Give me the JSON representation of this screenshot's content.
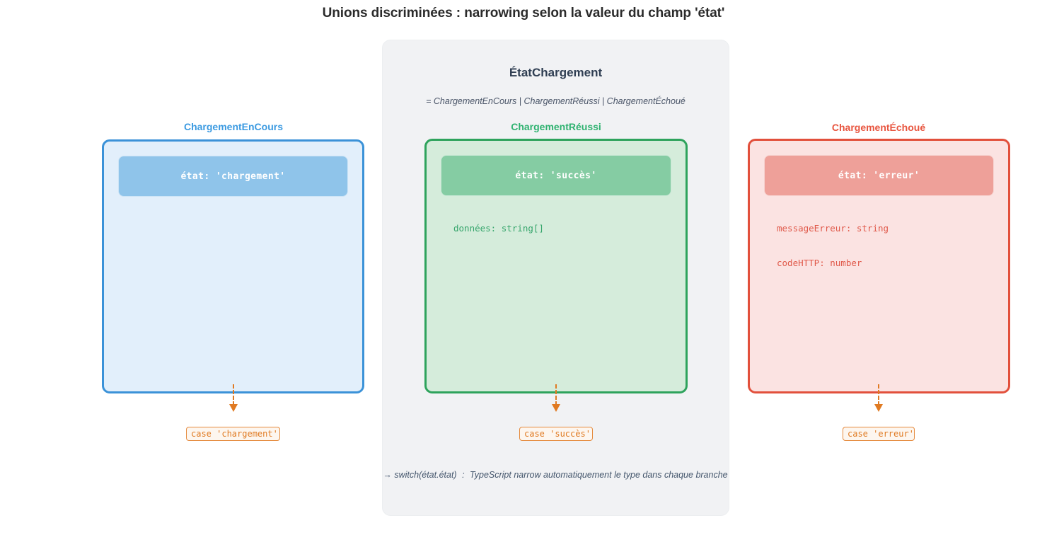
{
  "title": "Unions discriminées : narrowing selon la valeur du champ 'état'",
  "union": {
    "name": "ÉtatChargement",
    "expansion": "= ChargementEnCours | ChargementRéussi | ChargementÉchoué"
  },
  "members": [
    {
      "title": "ChargementEnCours",
      "color": "#3b9ae1",
      "border_color": "#3b92d8",
      "fill_color": "#e2effb",
      "discriminant": "état: 'chargement'",
      "discriminant_fill": "#8fc4ea",
      "fields": [],
      "case_label": "case 'chargement'"
    },
    {
      "title": "ChargementRéussi",
      "color": "#2fb270",
      "border_color": "#2ea35c",
      "fill_color": "#d5ecdb",
      "discriminant": "état: 'succès'",
      "discriminant_fill": "#85cca3",
      "fields": [
        "données: string[]"
      ],
      "case_label": "case 'succès'"
    },
    {
      "title": "ChargementÉchoué",
      "color": "#e8553f",
      "border_color": "#e2503c",
      "fill_color": "#fbe3e2",
      "discriminant": "état: 'erreur'",
      "discriminant_fill": "#eea099",
      "fields": [
        "messageErreur: string",
        "codeHTTP: number"
      ],
      "case_label": "case 'erreur'"
    }
  ],
  "footer": {
    "arrow": "→",
    "expression": "switch(état.état)",
    "separator": ":",
    "description": "TypeScript narrow automatiquement le type dans chaque branche"
  },
  "accent_color": "#e07a22"
}
